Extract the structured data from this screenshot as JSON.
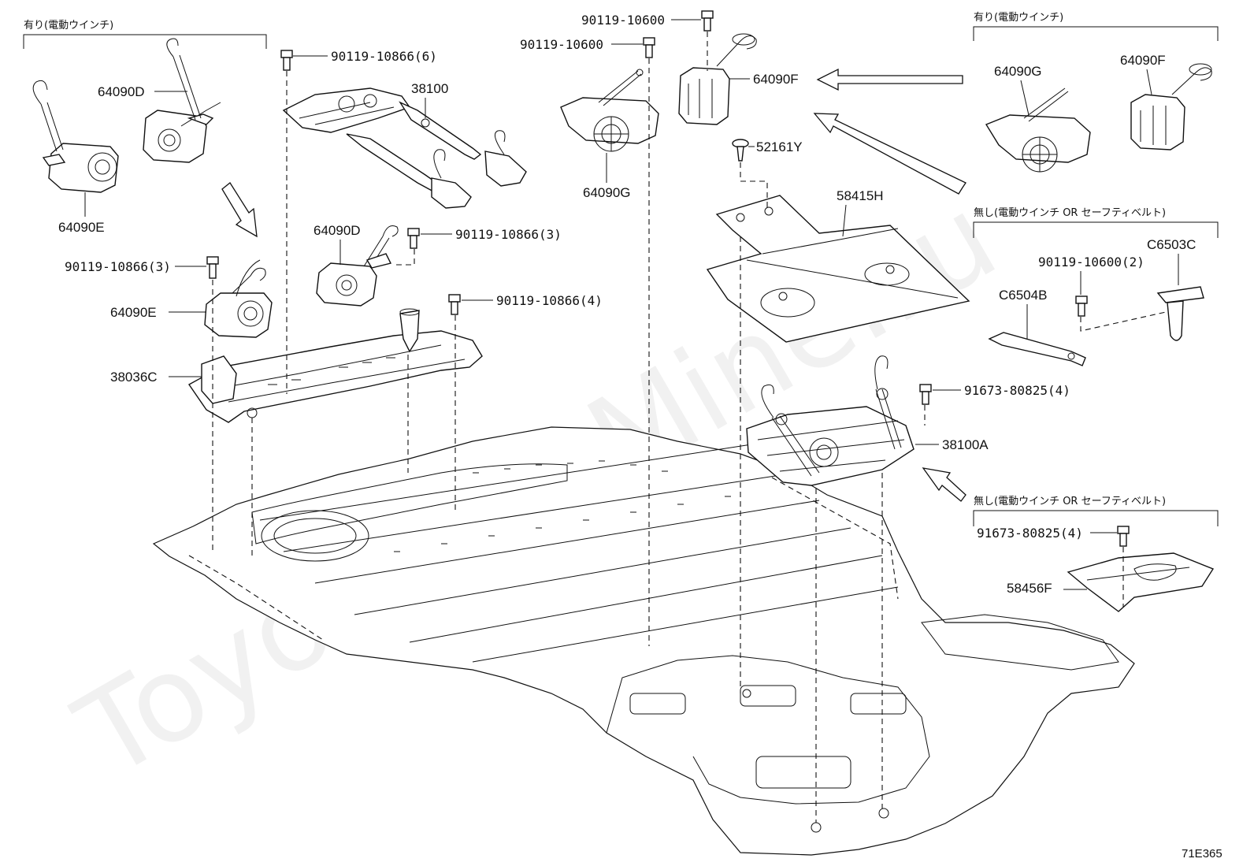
{
  "diagram": {
    "notes": {
      "with_winch": "有り(電動ウインチ)",
      "without_winch_or_belt": "無し(電動ウインチ OR セーフティベルト)"
    },
    "parts": {
      "p_64090D": "64090D",
      "p_64090E": "64090E",
      "p_38036C": "38036C",
      "p_38100": "38100",
      "p_64090G": "64090G",
      "p_64090F": "64090F",
      "p_52161Y": "52161Y",
      "p_58415H": "58415H",
      "p_38100A": "38100A",
      "p_C6503C": "C6503C",
      "p_C6504B": "C6504B",
      "p_58456F": "58456F"
    },
    "fasteners": {
      "b_90119_10866_6": "90119-10866(6)",
      "b_90119_10866_3": "90119-10866(3)",
      "b_90119_10866_4": "90119-10866(4)",
      "b_90119_10600": "90119-10600",
      "b_90119_10600_2": "90119-10600(2)",
      "b_91673_80825_4": "91673-80825(4)"
    },
    "watermark": "ToyotaCarMine.ru",
    "figure_code": "71E365"
  }
}
